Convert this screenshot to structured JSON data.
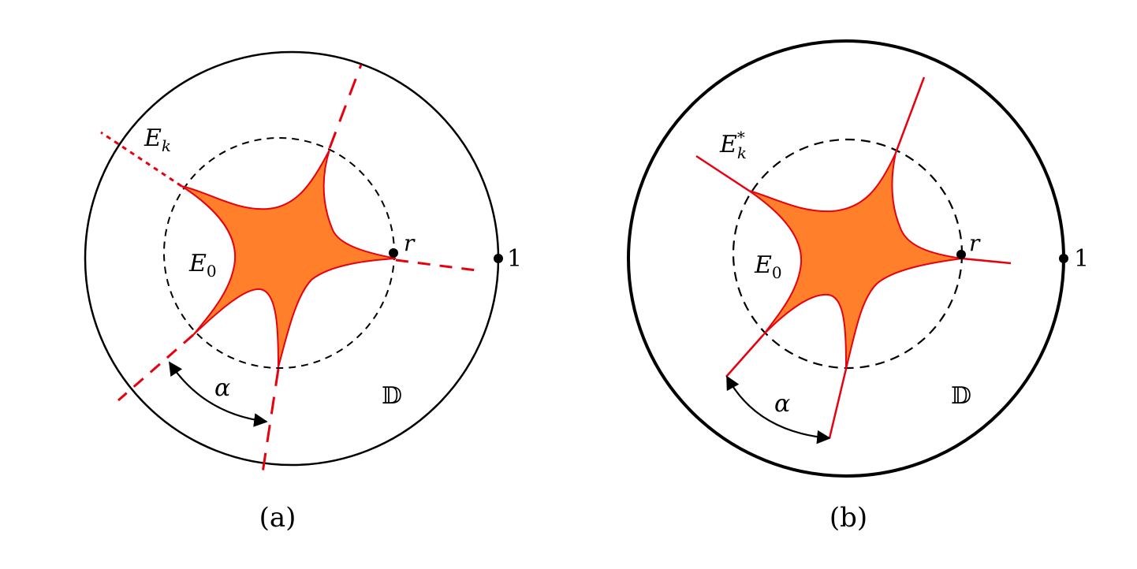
{
  "panels": [
    {
      "id": "a",
      "caption": "(a)",
      "region_label": "E",
      "region_sub": "k",
      "region_sup": "",
      "center_label": "E",
      "center_sub": "0",
      "point_r_label": "r",
      "point_one_label": "1",
      "disk_label": "𝔻",
      "angle_label": "α",
      "rays_style": "dashed",
      "colors": {
        "star_fill": "#ff7f2a",
        "star_stroke": "#e8000e",
        "ray": "#e8000e",
        "circle": "#000000"
      }
    },
    {
      "id": "b",
      "caption": "(b)",
      "region_label": "E",
      "region_sub": "k",
      "region_sup": "*",
      "center_label": "E",
      "center_sub": "0",
      "point_r_label": "r",
      "point_one_label": "1",
      "disk_label": "𝔻",
      "angle_label": "α",
      "rays_style": "solid",
      "colors": {
        "star_fill": "#ff7f2a",
        "star_stroke": "#e8000e",
        "ray": "#e8000e",
        "circle": "#000000"
      }
    }
  ]
}
